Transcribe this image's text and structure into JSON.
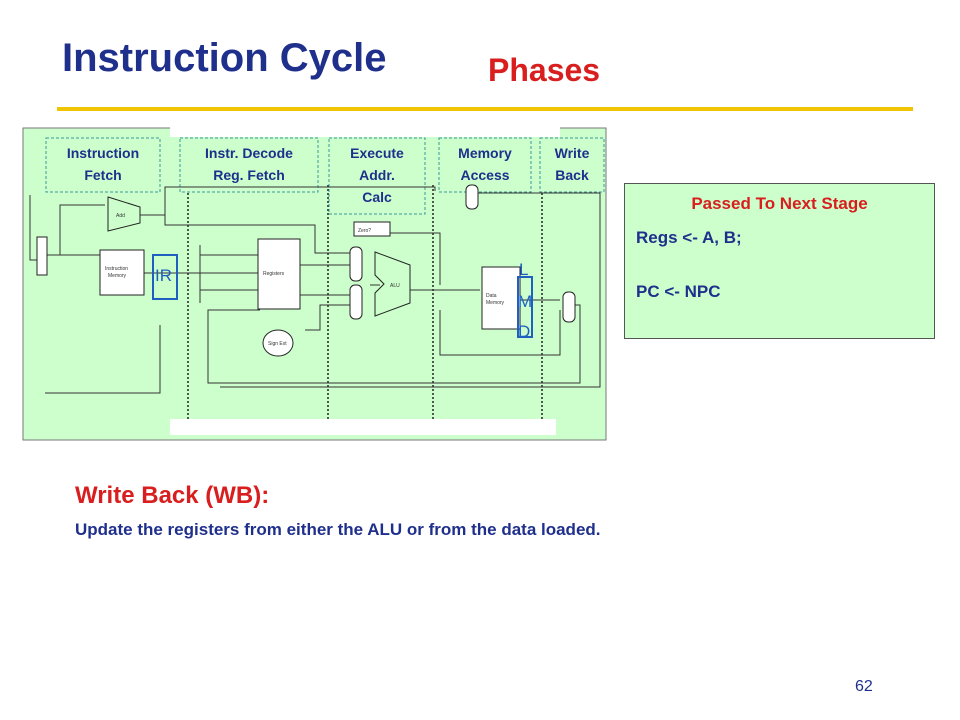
{
  "slide": {
    "title": "Instruction Cycle",
    "subtitle": "Phases",
    "page_number": "62"
  },
  "diagram": {
    "phases": [
      {
        "line1": "Instruction",
        "line2": "Fetch",
        "line3": ""
      },
      {
        "line1": "Instr. Decode",
        "line2": "Reg. Fetch",
        "line3": ""
      },
      {
        "line1": "Execute",
        "line2": "Addr.",
        "line3": "Calc"
      },
      {
        "line1": "Memory",
        "line2": "Access",
        "line3": ""
      },
      {
        "line1": "Write",
        "line2": "Back",
        "line3": ""
      }
    ],
    "ir_label": "IR",
    "lmd_letters": [
      "L",
      "M",
      "D"
    ],
    "zero_label": "Zero?",
    "alu_label": "ALU"
  },
  "info_box": {
    "title": "Passed To Next Stage",
    "line1": "Regs <- A, B;",
    "line2": "PC <- NPC"
  },
  "write_back": {
    "heading": "Write Back (WB):",
    "description": "Update the registers from either the ALU or from the data loaded."
  },
  "colors": {
    "title_blue": "#1f2f8c",
    "accent_red": "#d81e1e",
    "rule_yellow": "#f0c400",
    "panel_green": "#ccffcc"
  }
}
